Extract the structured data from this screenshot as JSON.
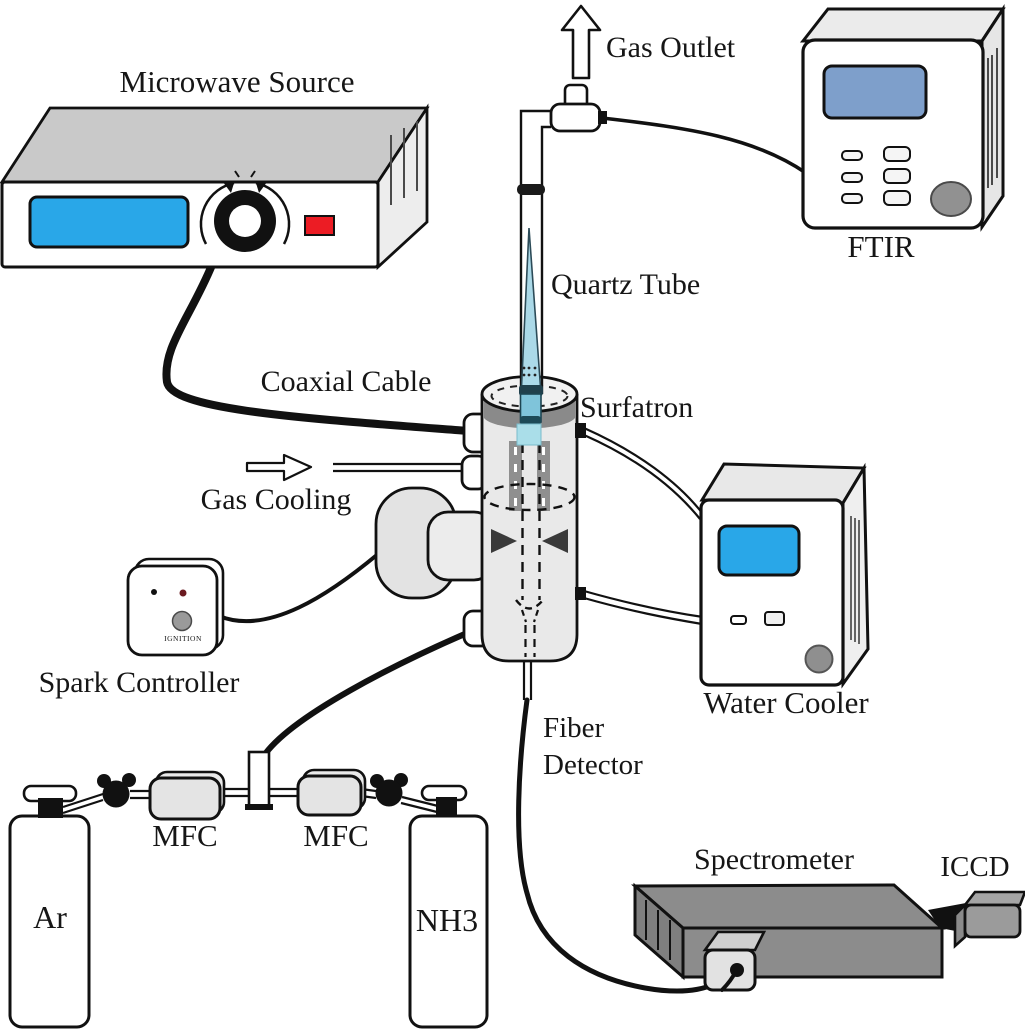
{
  "labels": {
    "microwave_source": "Microwave Source",
    "gas_outlet": "Gas Outlet",
    "ftir": "FTIR",
    "quartz_tube": "Quartz Tube",
    "coaxial_cable": "Coaxial Cable",
    "surfatron": "Surfatron",
    "gas_cooling": "Gas Cooling",
    "spark_controller": "Spark Controller",
    "ignition": "IGNITION",
    "water_cooler": "Water Cooler",
    "fiber_line1": "Fiber",
    "fiber_line2": "Detector",
    "mfc_left": "MFC",
    "mfc_right": "MFC",
    "ar": "Ar",
    "nh3": "NH3",
    "spectrometer": "Spectrometer",
    "iccd": "ICCD"
  },
  "colors": {
    "display_blue": "#29A7E8",
    "ftir_display_blue": "#7E9FCB",
    "red_button": "#EC1C24",
    "flame_light": "#ABD9E8",
    "flame_deep": "#7FC4DA",
    "plasma_cyan": "#AADEE9",
    "tube_blue": "#8FD0E2",
    "spectrometer_gray": "#8C8C8C"
  }
}
